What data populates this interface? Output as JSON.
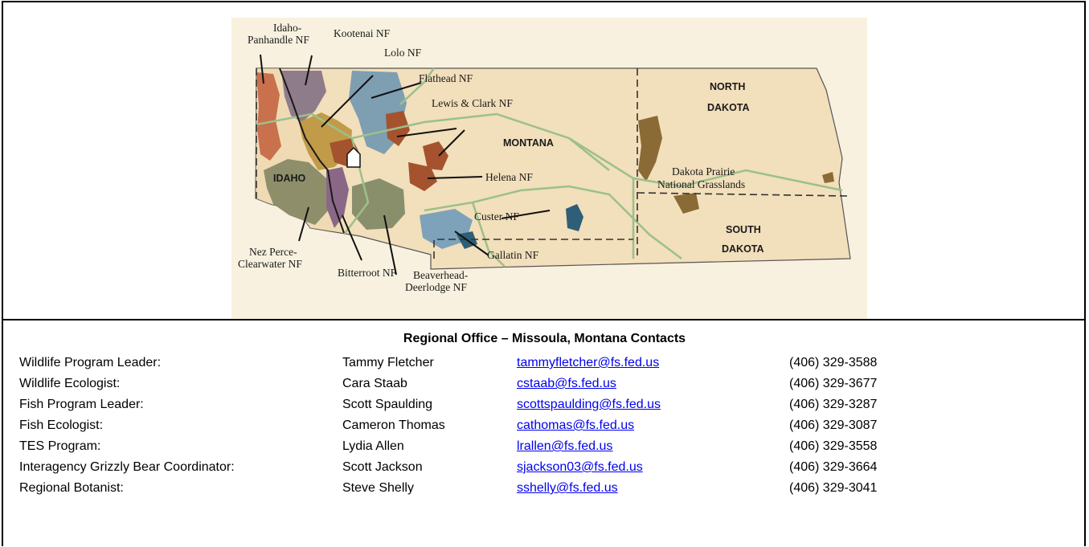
{
  "map": {
    "forest_labels": [
      "Idaho-",
      "Panhandle NF",
      "Kootenai NF",
      "Lolo NF",
      "Flathead NF",
      "Lewis & Clark NF",
      "Helena NF",
      "Custer NF",
      "Gallatin NF",
      "Nez Perce-",
      "Clearwater NF",
      "Bitterroot NF",
      "Beaverhead-",
      "Deerlodge NF",
      "Dakota Prairie",
      "National Grasslands"
    ],
    "state_labels": [
      "IDAHO",
      "MONTANA",
      "NORTH",
      "DAKOTA",
      "SOUTH",
      "DAKOTA"
    ],
    "colors": {
      "background": "#f8f1df",
      "land": "#f2dfbb",
      "panhandle": "#c9704d",
      "kootenai": "#8f7c8a",
      "lolo": "#c19b48",
      "flathead": "#7e9eb2",
      "lewis_clark": "#a4532e",
      "nezperce": "#8e8e6a",
      "bitterroot": "#8a6787",
      "beaverhead": "#8a8f6b",
      "custer": "#2f5e78",
      "gallatin": "#7ea2b9",
      "dakota_prairie": "#8a6a35",
      "rivers": "#9cc08a"
    }
  },
  "contacts": {
    "title": "Regional Office – Missoula, Montana Contacts",
    "rows": [
      {
        "role": "Wildlife Program Leader:",
        "name": "Tammy Fletcher",
        "email": "tammyfletcher@fs.fed.us",
        "phone": "(406) 329-3588"
      },
      {
        "role": "Wildlife Ecologist:",
        "name": "Cara Staab",
        "email": "cstaab@fs.fed.us",
        "phone": "(406) 329-3677"
      },
      {
        "role": "Fish Program Leader:",
        "name": "Scott Spaulding",
        "email": "scottspaulding@fs.fed.us",
        "phone": "(406) 329-3287"
      },
      {
        "role": "Fish Ecologist:",
        "name": "Cameron Thomas",
        "email": "cathomas@fs.fed.us",
        "phone": "(406) 329-3087"
      },
      {
        "role": "TES Program:",
        "name": "Lydia Allen",
        "email": "lrallen@fs.fed.us",
        "phone": "(406) 329-3558"
      },
      {
        "role": "Interagency Grizzly Bear Coordinator:",
        "name": "Scott Jackson",
        "email": "sjackson03@fs.fed.us",
        "phone": "(406) 329-3664"
      },
      {
        "role": "Regional Botanist:",
        "name": "Steve Shelly",
        "email": "sshelly@fs.fed.us",
        "phone": "(406) 329-3041"
      }
    ]
  }
}
